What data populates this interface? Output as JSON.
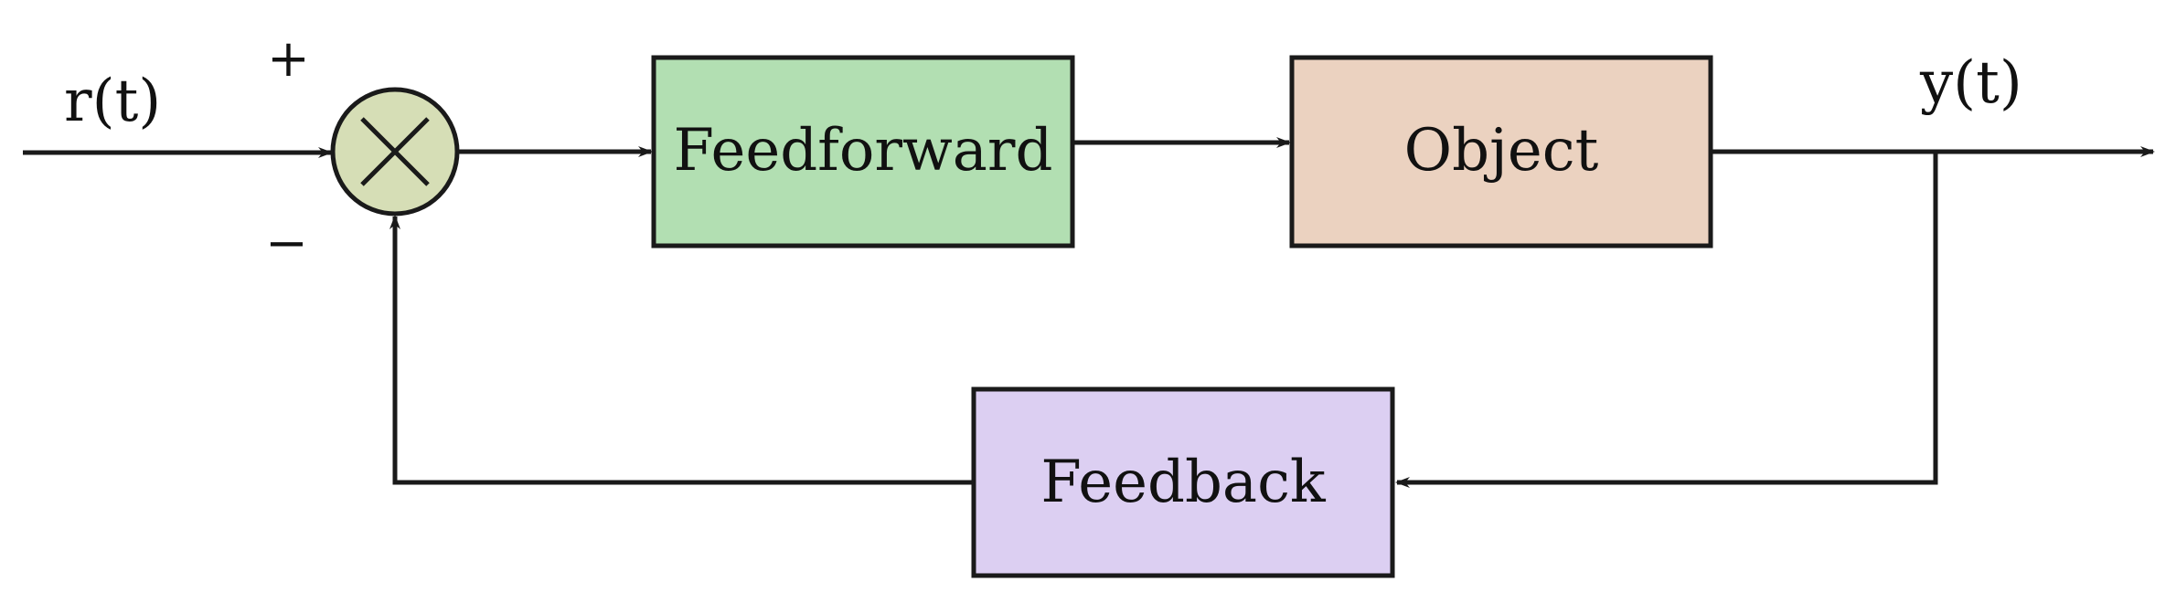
{
  "signals": {
    "input": "r(t)",
    "output": "y(t)"
  },
  "summing_junction": {
    "plus_sign": "+",
    "minus_sign": "−",
    "color": "#d6deb6"
  },
  "blocks": {
    "feedforward": {
      "label": "Feedforward",
      "color": "#b2dfb2"
    },
    "object": {
      "label": "Object",
      "color": "#ebd2c0"
    },
    "feedback": {
      "label": "Feedback",
      "color": "#dccff2"
    }
  },
  "colors": {
    "stroke": "#1a1a1a",
    "background": "#ffffff"
  }
}
